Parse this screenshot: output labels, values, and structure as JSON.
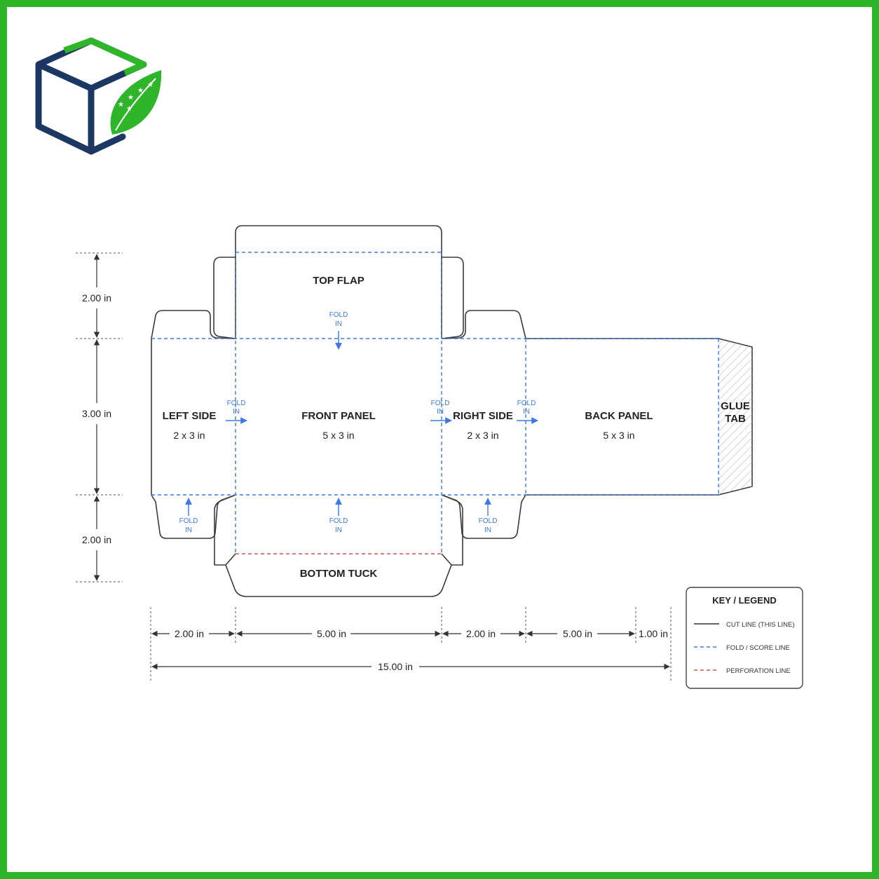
{
  "panels": {
    "top_flap": "TOP FLAP",
    "left_side": "LEFT SIDE",
    "left_side_size": "2 x 3 in",
    "front_panel": "FRONT PANEL",
    "front_panel_size": "5 x 3 in",
    "right_side": "RIGHT SIDE",
    "right_side_size": "2 x 3 in",
    "back_panel": "BACK PANEL",
    "back_panel_size": "5 x 3 in",
    "glue_tab_line1": "GLUE",
    "glue_tab_line2": "TAB",
    "bottom_tuck": "BOTTOM TUCK"
  },
  "fold": {
    "word1": "FOLD",
    "word2": "IN"
  },
  "dimensions": {
    "vertical": [
      "2.00 in",
      "3.00 in",
      "2.00 in"
    ],
    "horizontal": [
      "2.00 in",
      "5.00 in",
      "2.00 in",
      "5.00 in",
      "1.00 in"
    ],
    "total": "15.00 in"
  },
  "legend": {
    "title": "KEY / LEGEND",
    "items": [
      {
        "label": "CUT LINE (THIS LINE)",
        "color": "#333333"
      },
      {
        "label": "FOLD / SCORE LINE",
        "color": "#3b78e6"
      },
      {
        "label": "PERFORATION LINE",
        "color": "#d0574a"
      }
    ]
  },
  "colors": {
    "frame": "#2fb52a",
    "logo_dark": "#1d3763",
    "logo_green": "#2fb52a"
  },
  "logo": {
    "icon": "box-leaf-logo-icon"
  }
}
